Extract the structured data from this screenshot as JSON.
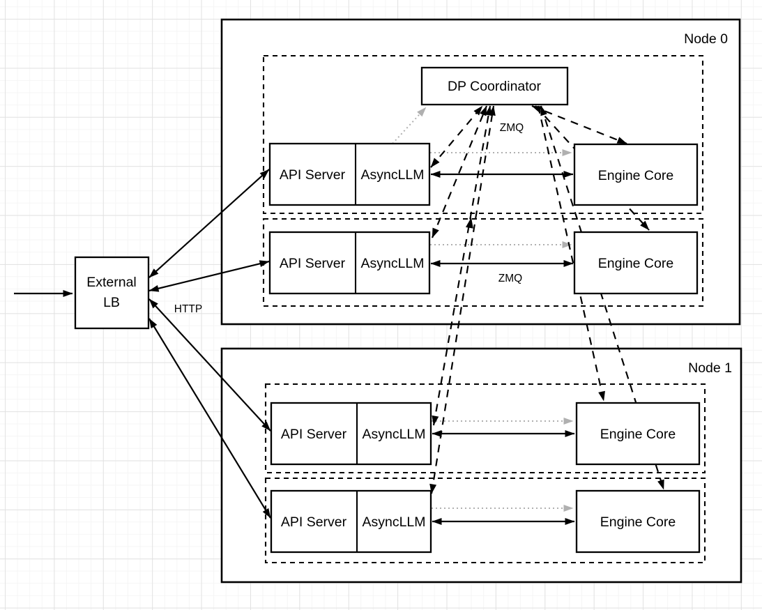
{
  "colors": {
    "stroke": "#000000",
    "handshake_gray": "#b0b0b0",
    "canvas": "#ffffff",
    "grid_minor": "#f5f5f5",
    "grid_major": "#e2e2e2"
  },
  "external_lb": {
    "label_line1": "External",
    "label_line2": "LB"
  },
  "coordinator": {
    "label": "DP Coordinator"
  },
  "edge_labels": {
    "http": "HTTP",
    "zmq_coordinator": "ZMQ",
    "zmq_row": "ZMQ"
  },
  "nodes": [
    {
      "label": "Node 0",
      "rows": [
        {
          "api_server": "API Server",
          "async_llm": "AsyncLLM",
          "engine_core": "Engine Core"
        },
        {
          "api_server": "API Server",
          "async_llm": "AsyncLLM",
          "engine_core": "Engine Core"
        }
      ]
    },
    {
      "label": "Node 1",
      "rows": [
        {
          "api_server": "API Server",
          "async_llm": "AsyncLLM",
          "engine_core": "Engine Core"
        },
        {
          "api_server": "API Server",
          "async_llm": "AsyncLLM",
          "engine_core": "Engine Core"
        }
      ]
    }
  ]
}
